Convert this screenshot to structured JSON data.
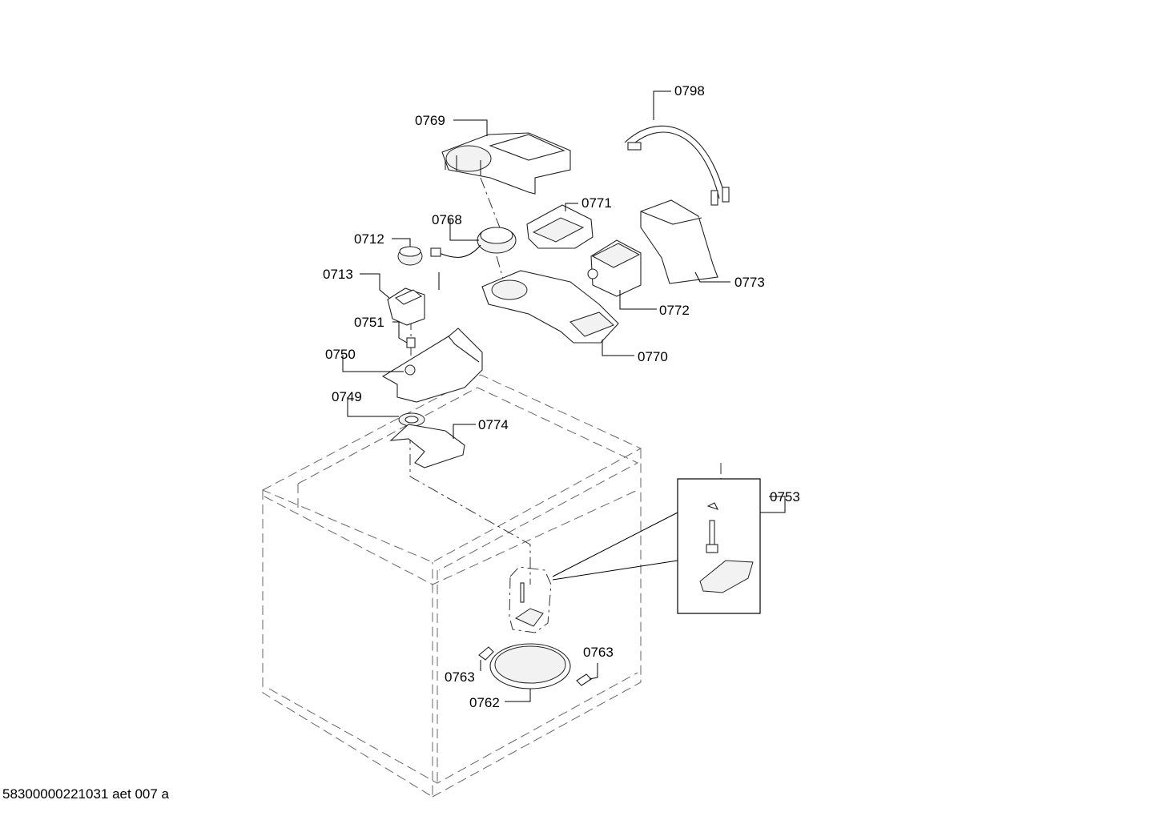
{
  "diagram": {
    "footer_text": "58300000221031 aet 007 a",
    "callouts": [
      {
        "id": "0798",
        "text": "0798"
      },
      {
        "id": "0769",
        "text": "0769"
      },
      {
        "id": "0771",
        "text": "0771"
      },
      {
        "id": "0768",
        "text": "0768"
      },
      {
        "id": "0712",
        "text": "0712"
      },
      {
        "id": "0713",
        "text": "0713"
      },
      {
        "id": "0773",
        "text": "0773"
      },
      {
        "id": "0772",
        "text": "0772"
      },
      {
        "id": "0751",
        "text": "0751"
      },
      {
        "id": "0750",
        "text": "0750"
      },
      {
        "id": "0770",
        "text": "0770"
      },
      {
        "id": "0749",
        "text": "0749"
      },
      {
        "id": "0774",
        "text": "0774"
      },
      {
        "id": "0753",
        "text": "0753"
      },
      {
        "id": "0763a",
        "text": "0763"
      },
      {
        "id": "0763b",
        "text": "0763"
      },
      {
        "id": "0762",
        "text": "0762"
      }
    ]
  }
}
